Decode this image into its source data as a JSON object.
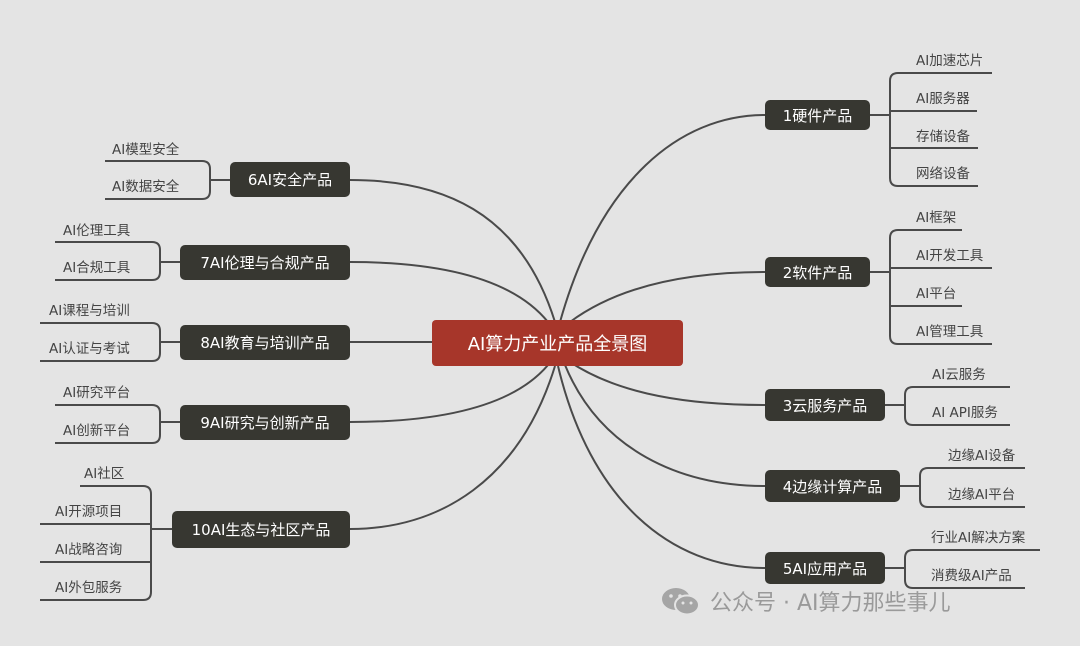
{
  "root": "AI算力产业产品全景图",
  "branches": [
    {
      "label": "1硬件产品",
      "children": [
        "AI加速芯片",
        "AI服务器",
        "存储设备",
        "网络设备"
      ]
    },
    {
      "label": "2软件产品",
      "children": [
        "AI框架",
        "AI开发工具",
        "AI平台",
        "AI管理工具"
      ]
    },
    {
      "label": "3云服务产品",
      "children": [
        "AI云服务",
        "AI API服务"
      ]
    },
    {
      "label": "4边缘计算产品",
      "children": [
        "边缘AI设备",
        "边缘AI平台"
      ]
    },
    {
      "label": "5AI应用产品",
      "children": [
        "行业AI解决方案",
        "消费级AI产品"
      ]
    },
    {
      "label": "6AI安全产品",
      "children": [
        "AI模型安全",
        "AI数据安全"
      ]
    },
    {
      "label": "7AI伦理与合规产品",
      "children": [
        "AI伦理工具",
        "AI合规工具"
      ]
    },
    {
      "label": "8AI教育与培训产品",
      "children": [
        "AI课程与培训",
        "AI认证与考试"
      ]
    },
    {
      "label": "9AI研究与创新产品",
      "children": [
        "AI研究平台",
        "AI创新平台"
      ]
    },
    {
      "label": "10AI生态与社区产品",
      "children": [
        "AI社区",
        "AI开源项目",
        "AI战略咨询",
        "AI外包服务"
      ]
    }
  ],
  "watermark": "公众号 · AI算力那些事儿",
  "colors": {
    "root": "#a7362a",
    "node": "#373731",
    "background": "#e4e4e4",
    "line": "#4a4a4a"
  }
}
